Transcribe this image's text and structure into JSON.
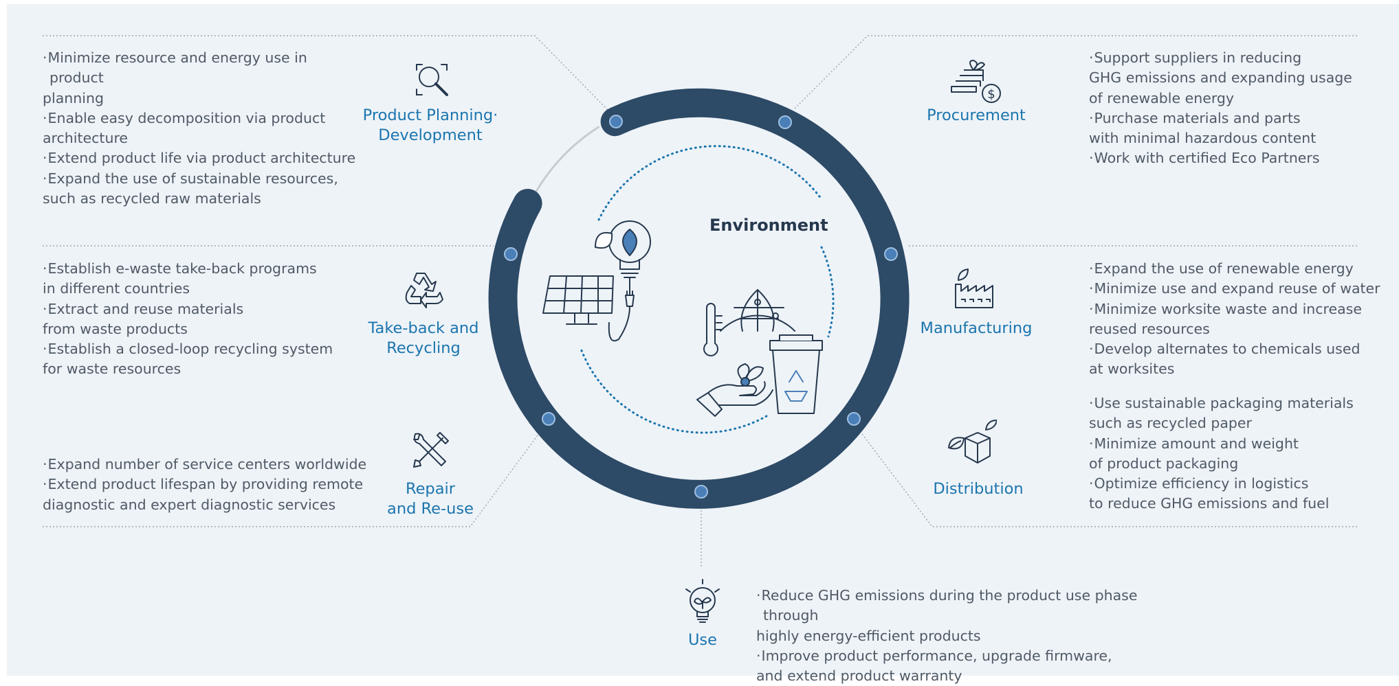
{
  "center": {
    "title": "Environment"
  },
  "stages": {
    "planning": {
      "label": "Product Planning·\nDevelopment",
      "icon": "magnifier-icon",
      "bullets": [
        [
          "Minimize resource and energy use in product",
          "planning"
        ],
        [
          "Enable easy decomposition via product",
          "architecture"
        ],
        [
          "Extend product life via product architecture"
        ],
        [
          "Expand the use of sustainable resources,",
          "such as recycled raw materials"
        ]
      ]
    },
    "procurement": {
      "label": "Procurement",
      "icon": "coins-sprout-icon",
      "bullets": [
        [
          "Support suppliers in reducing",
          "GHG emissions and expanding usage",
          "of renewable energy"
        ],
        [
          "Purchase materials and parts",
          "with minimal hazardous content"
        ],
        [
          "Work with certified Eco Partners"
        ]
      ]
    },
    "takeback": {
      "label": "Take-back and\nRecycling",
      "icon": "recycle-icon",
      "bullets": [
        [
          "Establish e-waste take-back programs",
          "in different countries"
        ],
        [
          "Extract and reuse materials",
          "from waste products"
        ],
        [
          "Establish a closed-loop recycling system",
          "for waste resources"
        ]
      ]
    },
    "manufacturing": {
      "label": "Manufacturing",
      "icon": "factory-icon",
      "bullets": [
        [
          "Expand the use of renewable energy"
        ],
        [
          "Minimize use and expand reuse of water"
        ],
        [
          "Minimize worksite waste and increase",
          "reused resources"
        ],
        [
          "Develop alternates to chemicals used",
          "at worksites"
        ]
      ]
    },
    "repair": {
      "label": "Repair\nand Re-use",
      "icon": "tools-icon",
      "bullets": [
        [
          "Expand number of service centers worldwide"
        ],
        [
          "Extend product lifespan by providing remote",
          "diagnostic and expert diagnostic services"
        ]
      ]
    },
    "distribution": {
      "label": "Distribution",
      "icon": "box-leaf-icon",
      "bullets": [
        [
          "Use sustainable packaging materials",
          "such as recycled paper"
        ],
        [
          "Minimize amount and weight",
          "of product packaging"
        ],
        [
          "Optimize efficiency in logistics",
          "to reduce GHG emissions and fuel"
        ]
      ]
    },
    "use": {
      "label": "Use",
      "icon": "lightbulb-icon",
      "bullets": [
        [
          "Reduce GHG emissions during the product use phase through",
          "highly energy-efficient products"
        ],
        [
          "Improve product performance, upgrade firmware,",
          "and extend product warranty"
        ]
      ]
    }
  },
  "colors": {
    "ring": "#2d4a66",
    "dot": "#4a7fb8",
    "label": "#1b75ad",
    "text": "#4f5a65",
    "panel": "#eef3f8",
    "dotted_line": "#9aa5b0"
  }
}
